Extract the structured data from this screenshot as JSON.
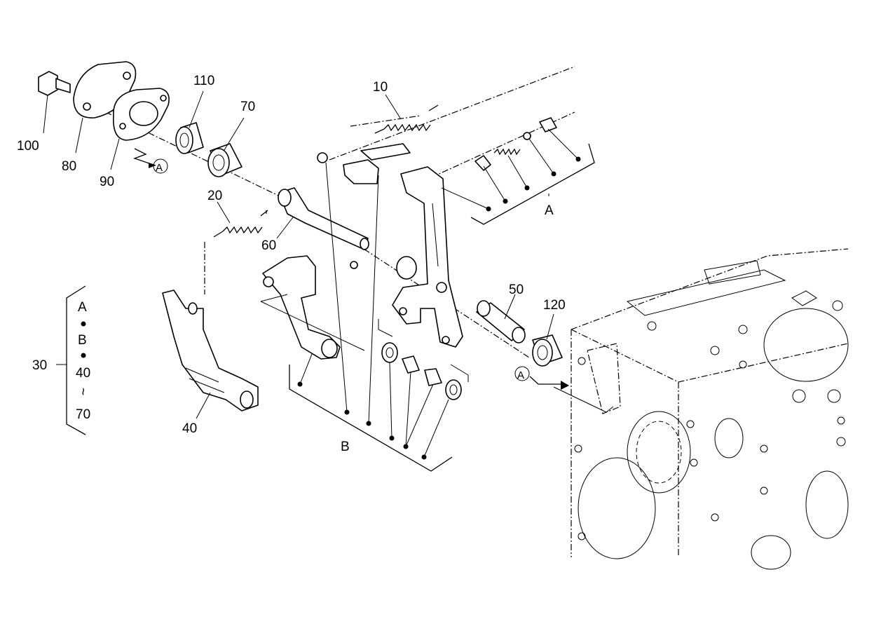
{
  "callouts": {
    "c10": "10",
    "c20": "20",
    "c30": "30",
    "c40": "40",
    "c50": "50",
    "c60": "60",
    "c70": "70",
    "c80": "80",
    "c90": "90",
    "c100": "100",
    "c110": "110",
    "c120": "120"
  },
  "groups": {
    "a": "A",
    "b": "B"
  },
  "refs": {
    "ref_left": "A",
    "ref_right": "A"
  },
  "legend": {
    "l1": "A",
    "l2": "B",
    "l3": "40",
    "l4": "70",
    "tilde": "~"
  }
}
